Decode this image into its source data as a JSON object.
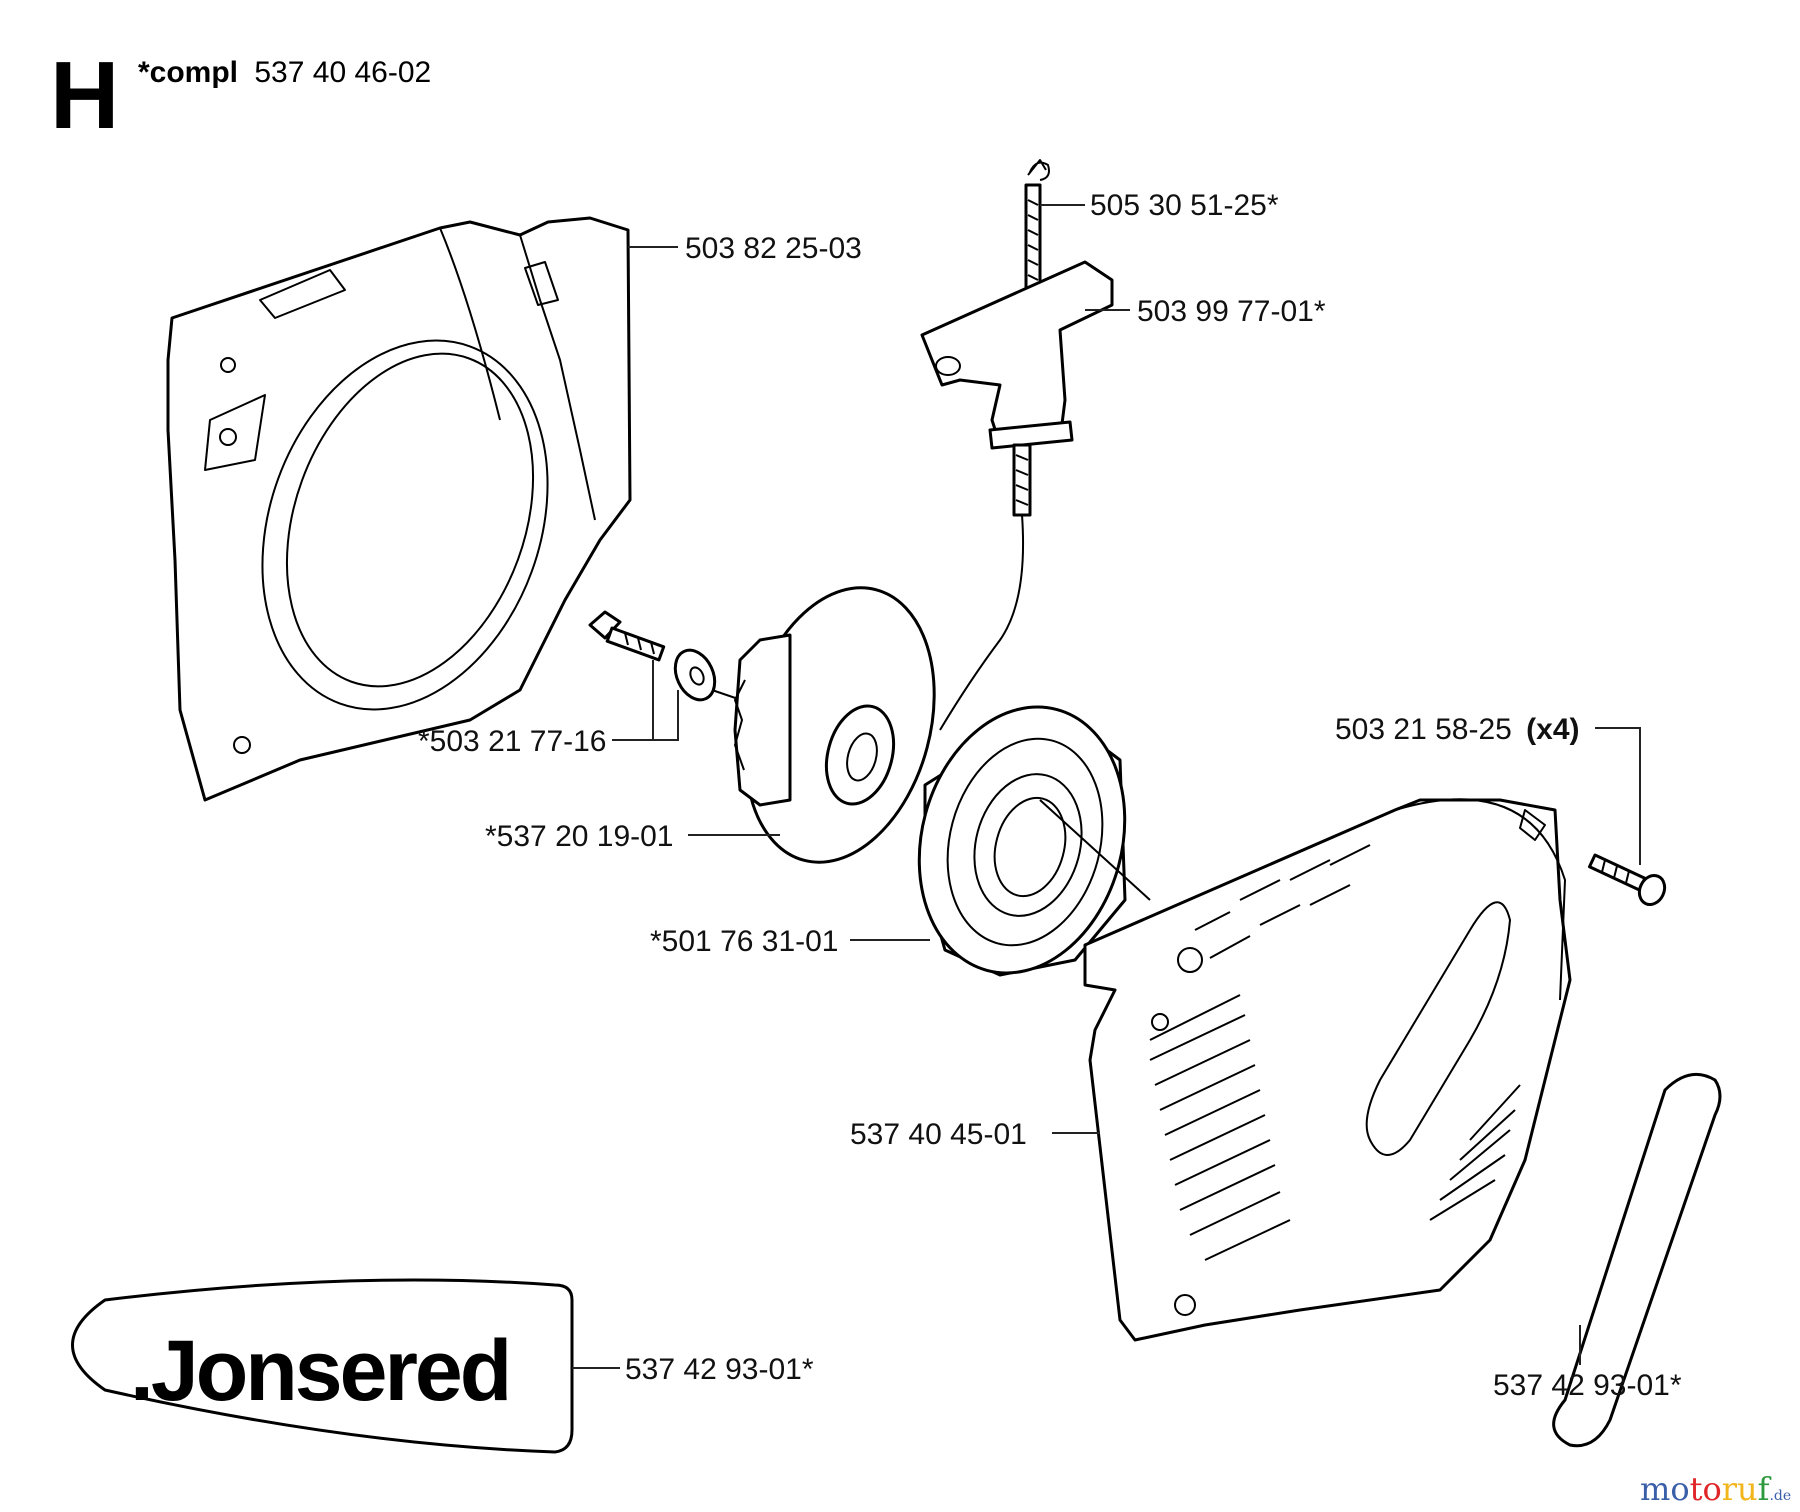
{
  "header": {
    "section_letter": "H",
    "compl_prefix": "*compl",
    "compl_number": "537 40 46-02"
  },
  "parts": {
    "rope_handle_pin": "505 30 51-25*",
    "fan_cover": "503 82 25-03",
    "handle": "503 99 77-01*",
    "screw_washer": "*503 21 77-16",
    "pulley": "*537 20 19-01",
    "spring_cassette": "*501 76 31-01",
    "bolt_prefix": "503 21 58-25",
    "bolt_qty": "(x4)",
    "starter_housing": "537 40 45-01",
    "decal_left": "537 42 93-01*",
    "decal_right": "537 42 93-01*"
  },
  "brand": {
    "name": ".Jonsered"
  },
  "watermark": {
    "part1": "mo",
    "part2": "to",
    "part3": "ru",
    "part4": "f",
    "suffix": ".de"
  }
}
